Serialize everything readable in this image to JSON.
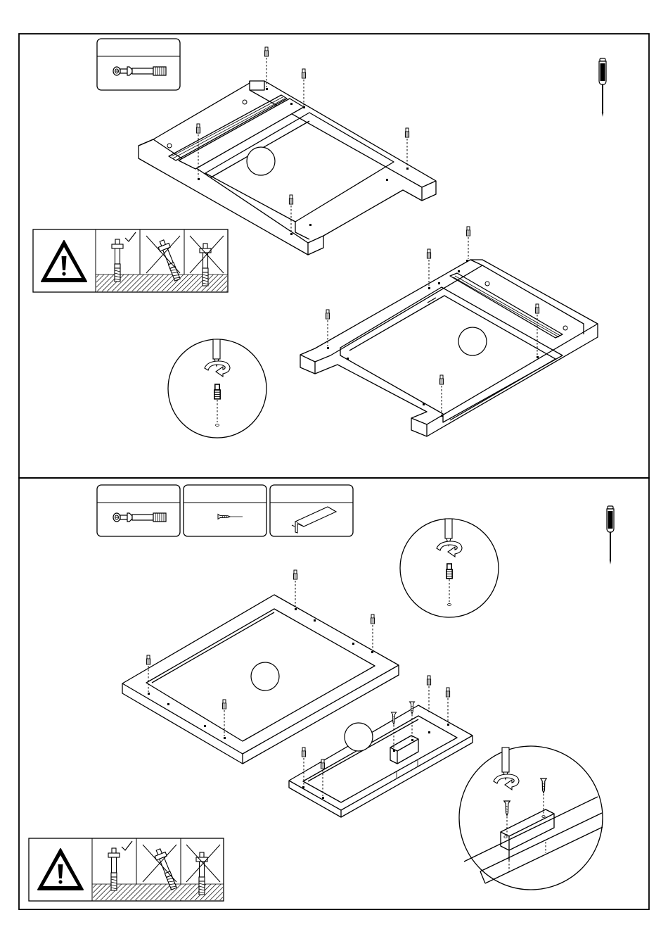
{
  "page": {
    "background": "#ffffff",
    "ink": "#000000"
  },
  "steps": [
    {
      "parts_boxes": [
        "cam-bolt-part"
      ],
      "tool": "screwdriver-icon",
      "warning": {
        "icon": "warning-triangle-icon",
        "states": [
          "correct",
          "wrong-tilted",
          "wrong-not-inserted"
        ]
      },
      "detail": "screwdriver-turning-cam-bolt"
    },
    {
      "parts_boxes": [
        "cam-bolt-part",
        "wood-screw-part",
        "angle-bracket-part"
      ],
      "tool": "screwdriver-icon",
      "warning": {
        "icon": "warning-triangle-icon",
        "states": [
          "correct",
          "wrong-tilted",
          "wrong-not-inserted"
        ]
      },
      "detail": "bracket-screw-fixing"
    }
  ]
}
